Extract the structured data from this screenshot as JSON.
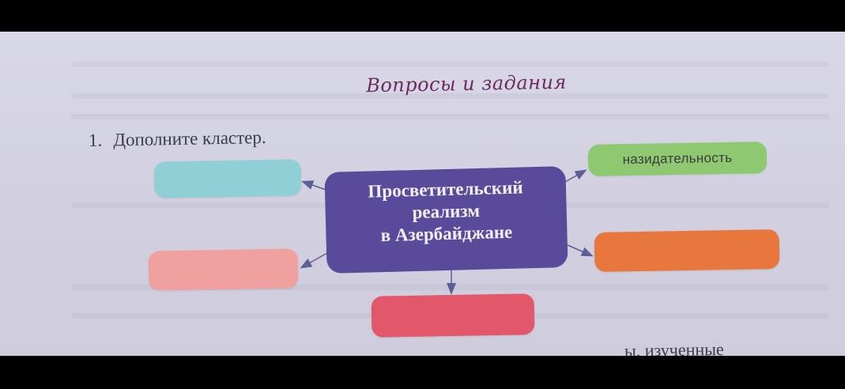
{
  "section": {
    "heading": "Вопросы и задания"
  },
  "task": {
    "number": "1.",
    "text": "Дополните кластер."
  },
  "cluster": {
    "center_lines": [
      "Просветительский",
      "реализм",
      "в Азербайджане"
    ],
    "filled_box": "назидательность",
    "empty_boxes": [
      {
        "name": "top-left",
        "color": "#8fcfd6"
      },
      {
        "name": "middle-left",
        "color": "#f0a09e"
      },
      {
        "name": "middle-right",
        "color": "#e8773e"
      },
      {
        "name": "bottom",
        "color": "#e3576a"
      }
    ],
    "center_color": "#5a4b9a",
    "filled_box_color": "#8ec972"
  },
  "footer": {
    "cut_text": "ы, изученные"
  },
  "colors": {
    "heading": "#6b2a63",
    "page": "#d6d4e3",
    "arrow": "#5a5f95"
  }
}
